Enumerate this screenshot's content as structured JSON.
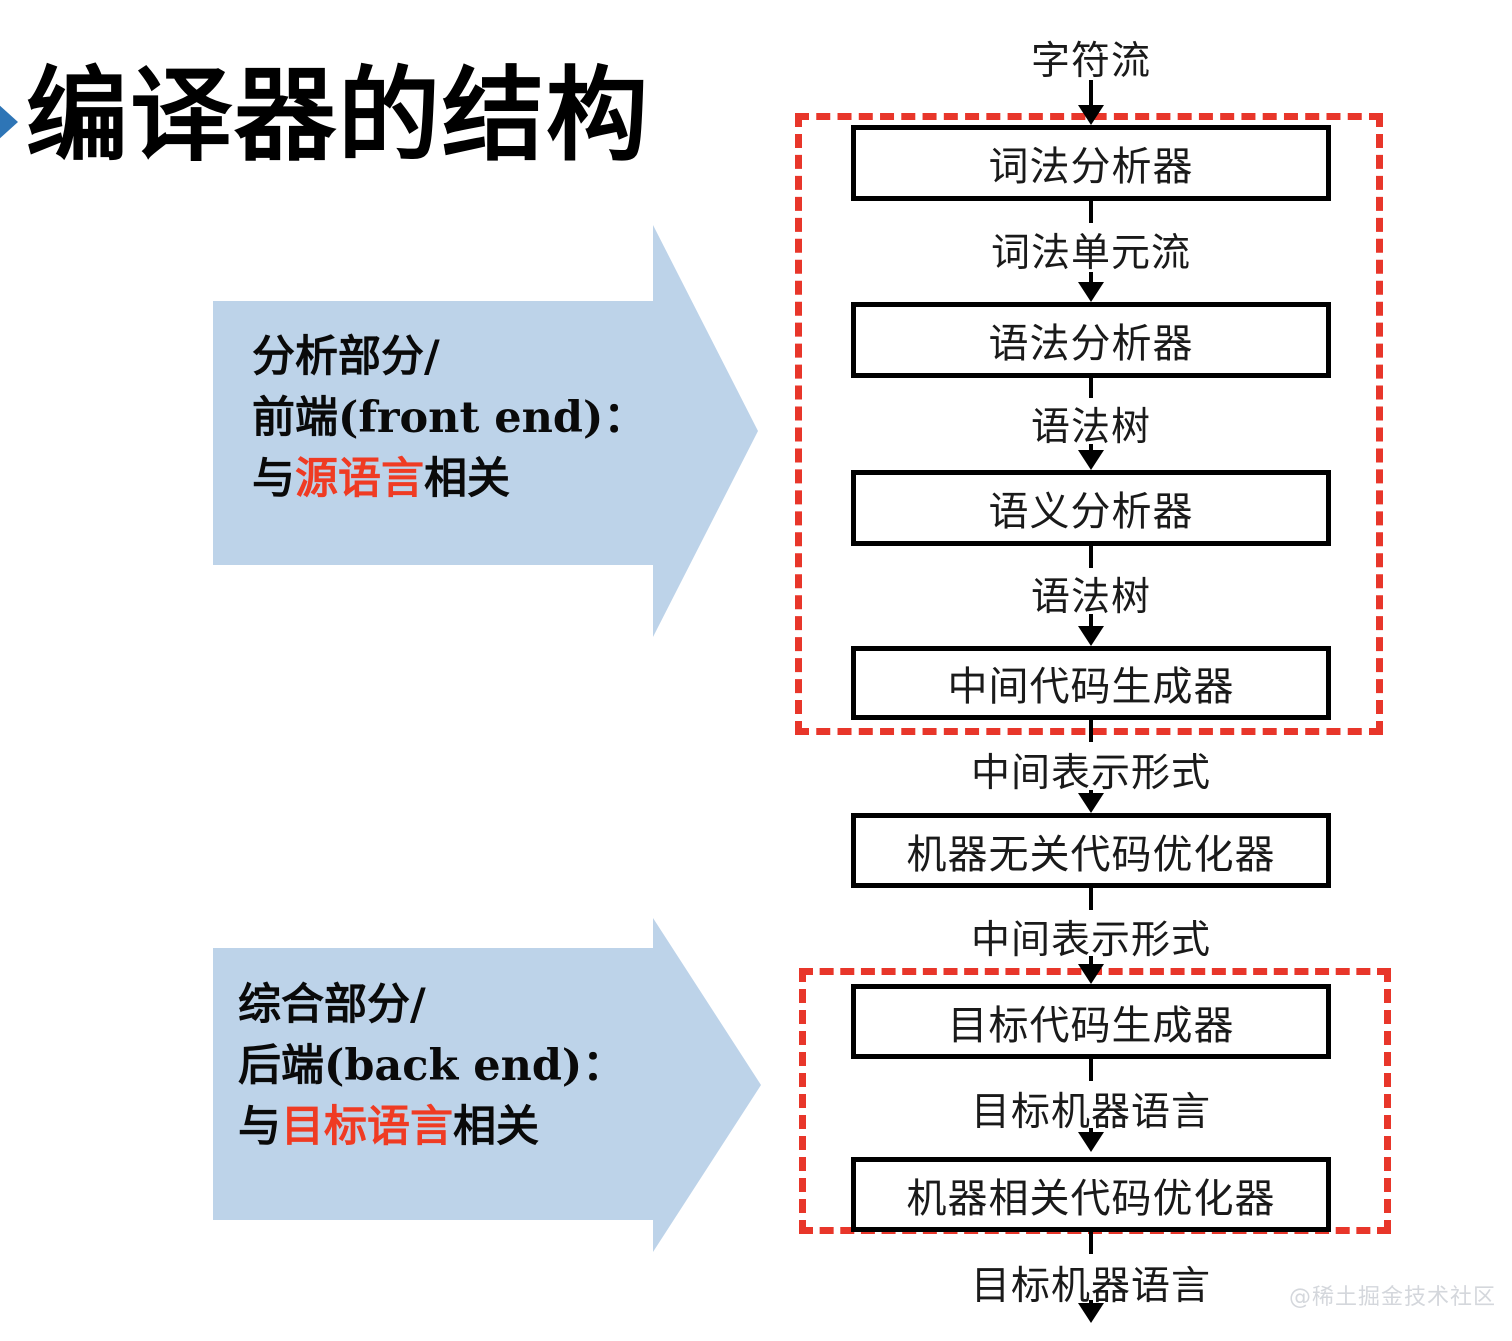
{
  "page": {
    "title": "编译器的结构",
    "watermark": "@稀土掘金技术社区",
    "bullet_icon": "triangle-right-icon",
    "accent_blue": "#2e75b6",
    "arrow_fill": "#bdd3e9",
    "dashed_red": "#e8362a",
    "highlight_red": "#ef3b23"
  },
  "annotations": [
    {
      "id": "front-end",
      "icon": "right-arrow-banner-icon",
      "line1": "分析部分/",
      "line2_prefix": "前端",
      "line2_paren": "(front end)",
      "line2_colon": "：",
      "line3_prefix": "与",
      "line3_highlight": "源语言",
      "line3_suffix": "相关"
    },
    {
      "id": "back-end",
      "icon": "right-arrow-banner-icon",
      "line1": "综合部分/",
      "line2_prefix": "后端",
      "line2_paren": "(back end)",
      "line2_colon": "：",
      "line3_prefix": "与",
      "line3_highlight": "目标语言",
      "line3_suffix": "相关"
    }
  ],
  "chart_data": {
    "type": "diagram",
    "title": "编译器的结构",
    "orientation": "top-to-bottom",
    "nodes": [
      {
        "id": "lexer",
        "label": "词法分析器",
        "shape": "rect",
        "group": "front-end"
      },
      {
        "id": "parser",
        "label": "语法分析器",
        "shape": "rect",
        "group": "front-end"
      },
      {
        "id": "semantic",
        "label": "语义分析器",
        "shape": "rect",
        "group": "front-end"
      },
      {
        "id": "irgen",
        "label": "中间代码生成器",
        "shape": "rect",
        "group": "front-end"
      },
      {
        "id": "miopt",
        "label": "机器无关代码优化器",
        "shape": "rect",
        "group": "middle"
      },
      {
        "id": "codegen",
        "label": "目标代码生成器",
        "shape": "rect",
        "group": "back-end"
      },
      {
        "id": "mdopt",
        "label": "机器相关代码优化器",
        "shape": "rect",
        "group": "back-end"
      }
    ],
    "edge_labels": [
      {
        "from": "input",
        "to": "lexer",
        "label": "字符流"
      },
      {
        "from": "lexer",
        "to": "parser",
        "label": "词法单元流"
      },
      {
        "from": "parser",
        "to": "semantic",
        "label": "语法树"
      },
      {
        "from": "semantic",
        "to": "irgen",
        "label": "语法树"
      },
      {
        "from": "irgen",
        "to": "miopt",
        "label": "中间表示形式"
      },
      {
        "from": "miopt",
        "to": "codegen",
        "label": "中间表示形式"
      },
      {
        "from": "codegen",
        "to": "mdopt",
        "label": "目标机器语言"
      },
      {
        "from": "mdopt",
        "to": "output",
        "label": "目标机器语言"
      }
    ],
    "groups": [
      {
        "id": "front-end",
        "style": "red-dashed",
        "members": [
          "lexer",
          "parser",
          "semantic",
          "irgen"
        ]
      },
      {
        "id": "back-end",
        "style": "red-dashed",
        "members": [
          "codegen",
          "mdopt"
        ]
      }
    ]
  }
}
